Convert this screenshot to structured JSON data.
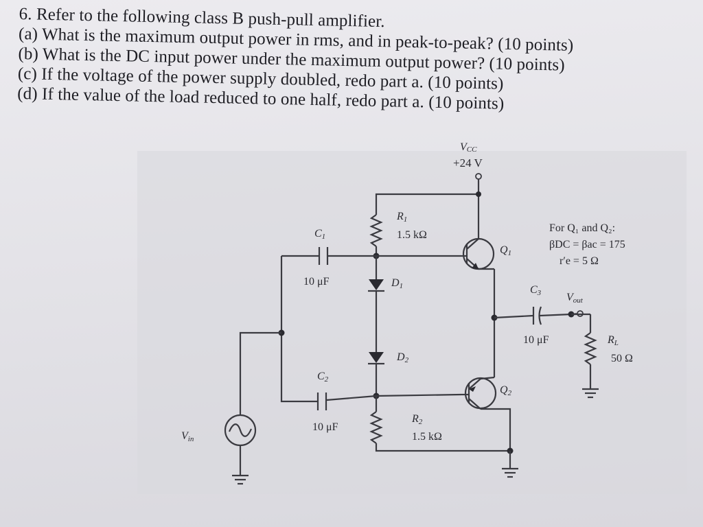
{
  "question": {
    "title": "6. Refer to the following class B push-pull amplifier.",
    "part_a": "(a) What is the maximum output power in rms, and in peak-to-peak? (10 points)",
    "part_b": "(b) What is the DC input power under the maximum output power? (10 points)",
    "part_c": "(c) If the voltage of the power supply doubled, redo part a. (10 points)",
    "part_d": "(d) If the value of the load reduced to one half, redo part a. (10 points)"
  },
  "circuit": {
    "vcc_label": "V",
    "vcc_sub": "CC",
    "vcc_value": "+24 V",
    "r1_label": "R",
    "r1_sub": "1",
    "r1_value": "1.5 kΩ",
    "r2_label": "R",
    "r2_sub": "2",
    "r2_value": "1.5 kΩ",
    "c1_label": "C",
    "c1_sub": "1",
    "c1_value": "10 μF",
    "c2_label": "C",
    "c2_sub": "2",
    "c2_value": "10 μF",
    "c3_label": "C",
    "c3_sub": "3",
    "c3_value": "10 μF",
    "d1_label": "D",
    "d1_sub": "1",
    "d2_label": "D",
    "d2_sub": "2",
    "q1_label": "Q",
    "q1_sub": "1",
    "q2_label": "Q",
    "q2_sub": "2",
    "vin_label": "V",
    "vin_sub": "in",
    "vout_label": "V",
    "vout_sub": "out",
    "rl_label": "R",
    "rl_sub": "L",
    "rl_value": "50 Ω",
    "transistor_note_line1": "For Q₁ and Q₂:",
    "transistor_note_line2": "βDC = βac = 175",
    "transistor_note_line3": "r′e = 5 Ω"
  }
}
